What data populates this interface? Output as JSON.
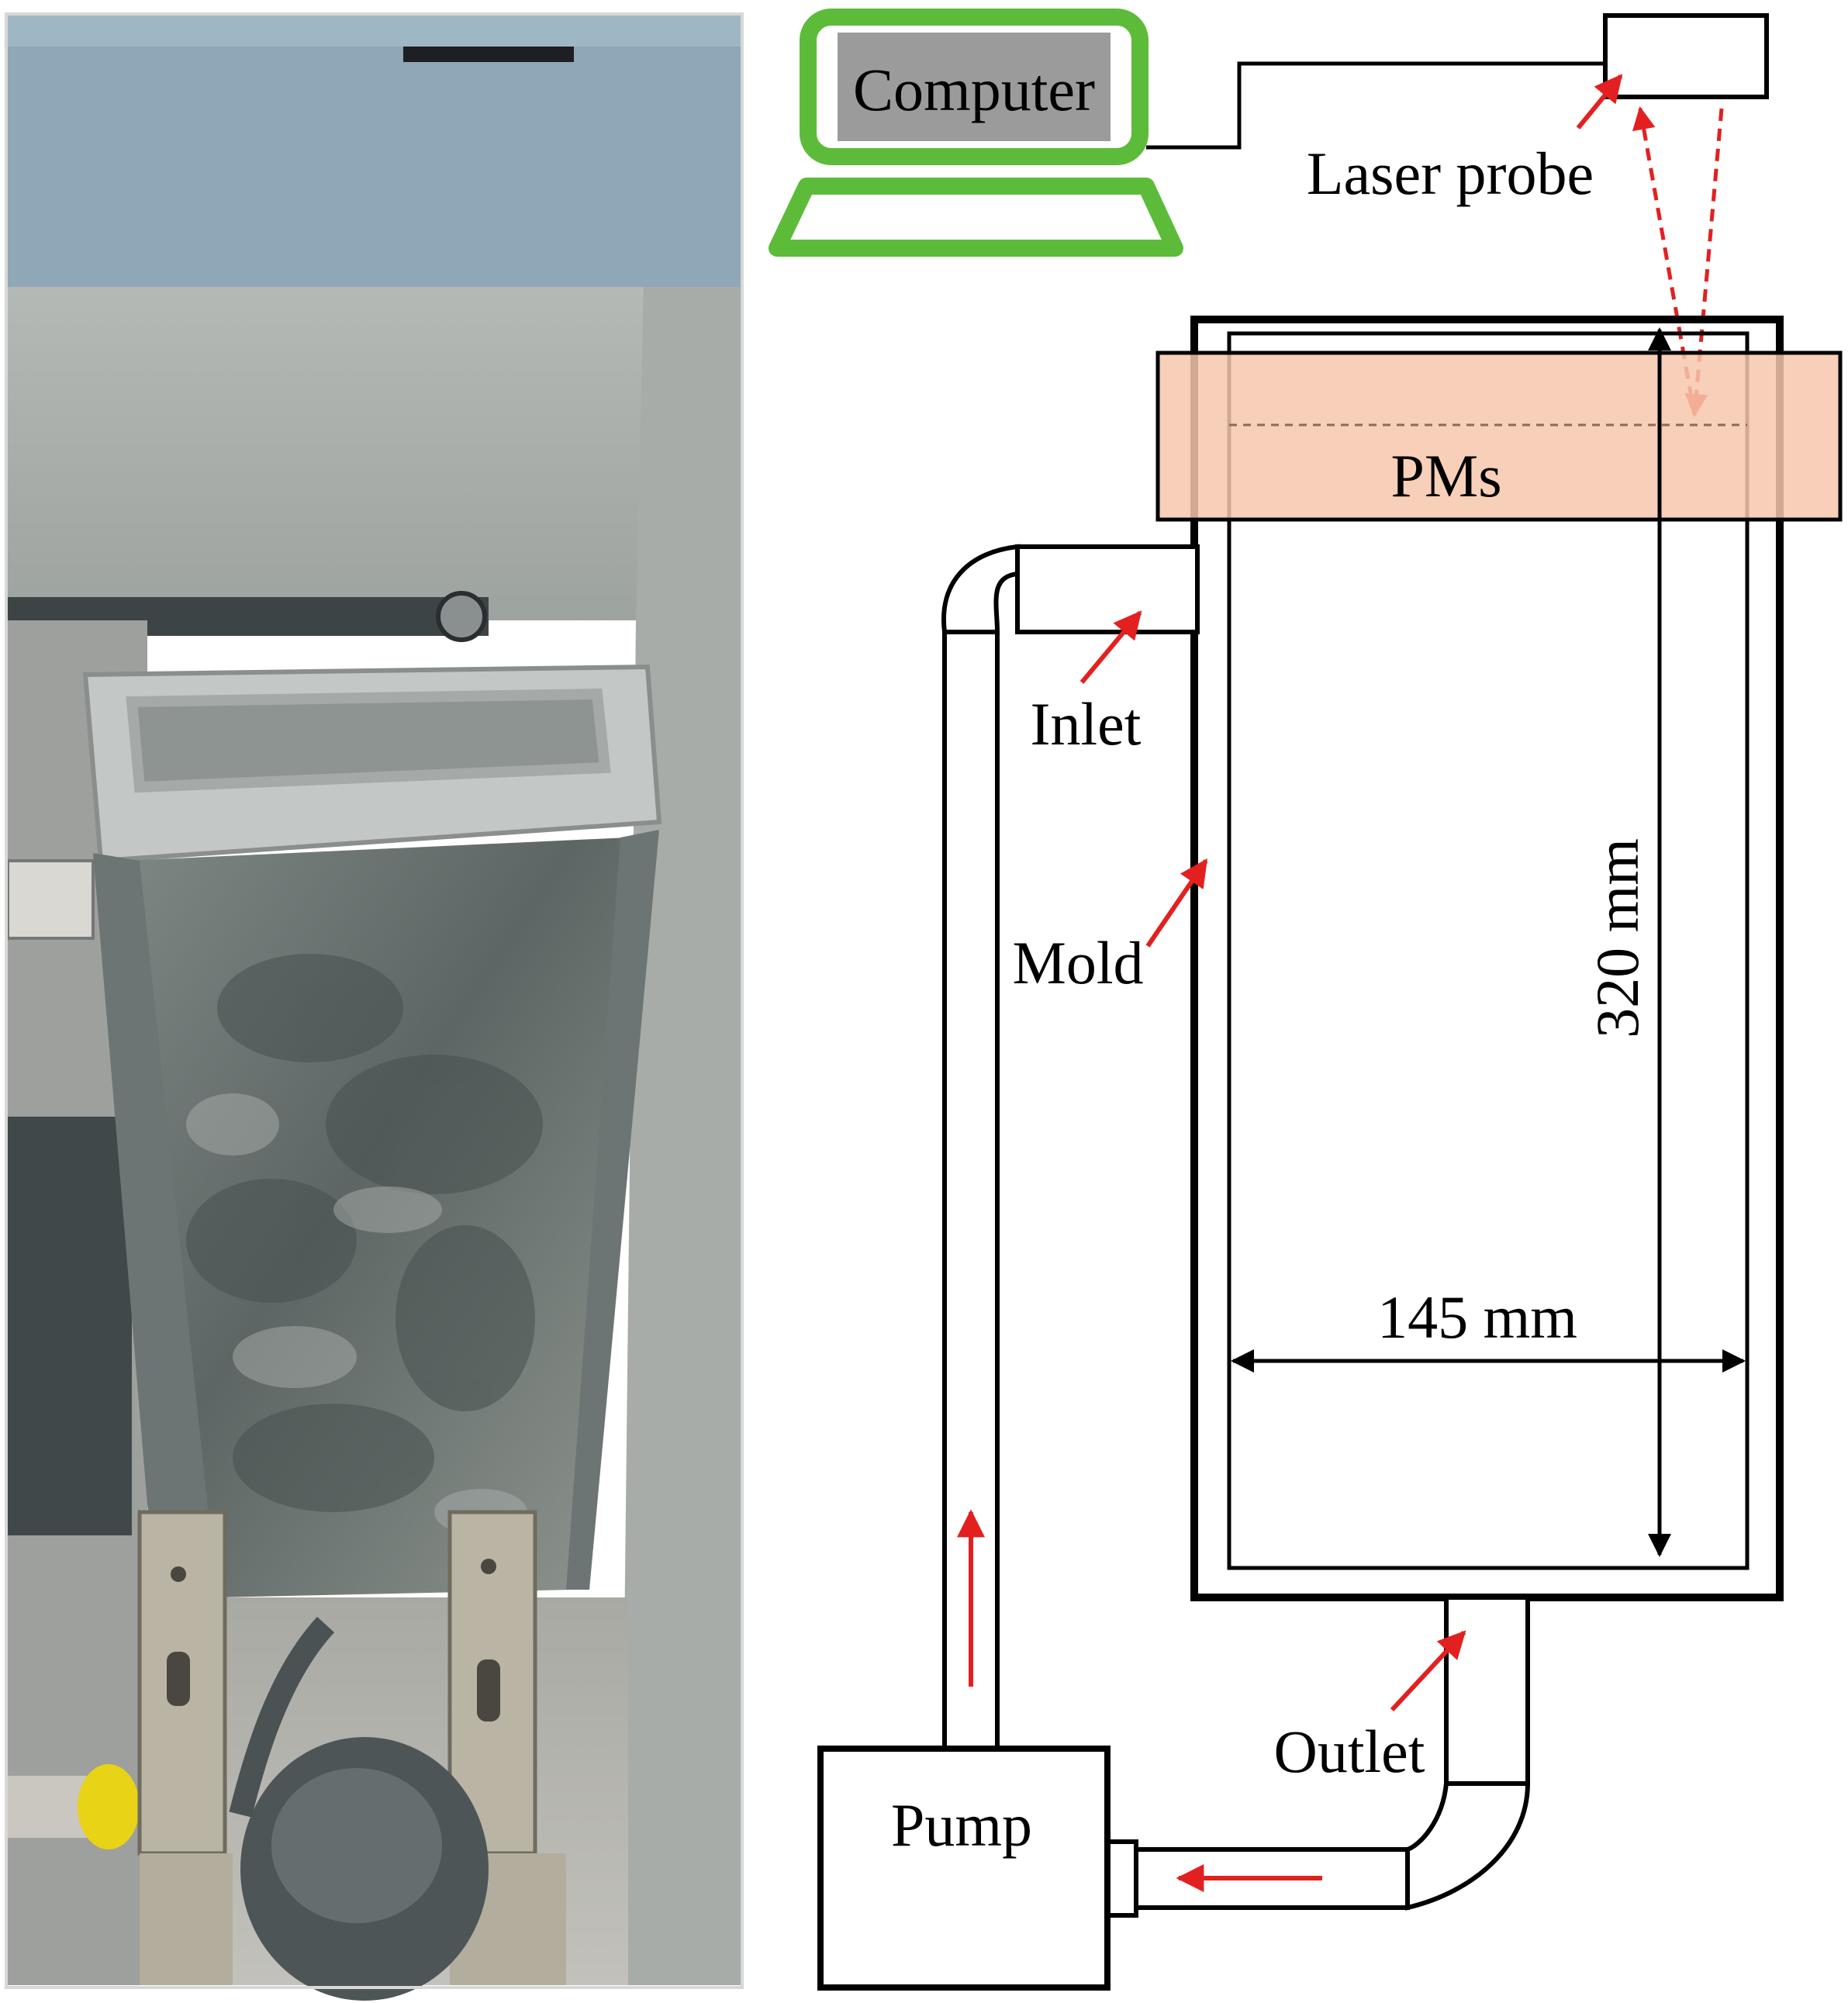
{
  "labels": {
    "computer": "Computer",
    "laser_probe": "Laser probe",
    "pms": "PMs",
    "inlet": "Inlet",
    "mold": "Mold",
    "height_dim": "320 mm",
    "width_dim": "145 mm",
    "outlet": "Outlet",
    "pump": "Pump"
  },
  "colors": {
    "computer_frame": "#5dbb3a",
    "computer_screen": "#9b9b9b",
    "pms_band": "#f7c7ac",
    "arrow": "#e32020",
    "line": "#000000"
  },
  "icons": {
    "computer": "laptop-icon"
  }
}
